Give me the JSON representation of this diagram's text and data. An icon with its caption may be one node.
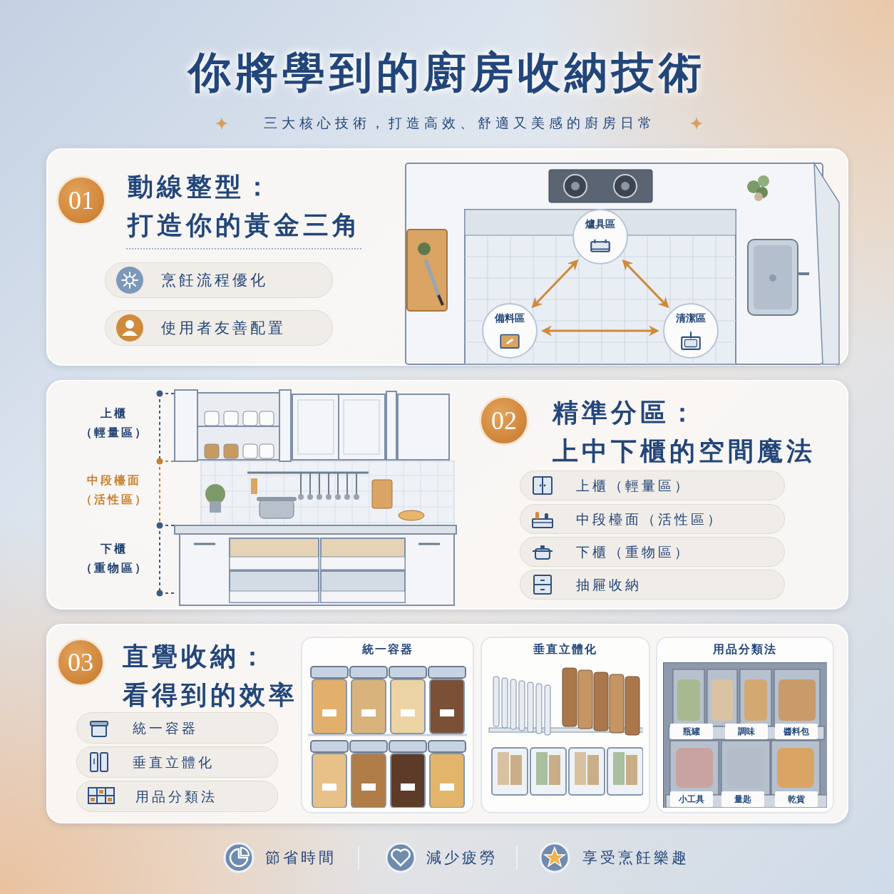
{
  "diagram": {
    "title": "你將學到的廚房收納技術",
    "nodes": [
      {
        "text": [
          "動線整型：打造你的黃金三角"
        ]
      },
      {
        "text": [
          "01"
        ],
        "in": 0
      },
      {
        "text": [
          "烹飪流程優化"
        ],
        "in": 0
      },
      {
        "text": [
          "使用者友善配置"
        ],
        "in": 0
      },
      {
        "text": [
          "爐具區"
        ],
        "in": 0
      },
      {
        "text": [
          "備料區"
        ],
        "in": 0
      },
      {
        "text": [
          "清潔區"
        ],
        "in": 0
      },
      {
        "text": [
          "精準分區：上中下櫃的空間魔法"
        ]
      },
      {
        "text": [
          "02"
        ],
        "in": 7
      },
      {
        "text": [
          "上櫃（輕量區）"
        ],
        "in": 7
      },
      {
        "text": [
          "中段檯面（活性區）"
        ],
        "in": 7
      },
      {
        "text": [
          "下櫃（重物區）"
        ],
        "in": 7
      },
      {
        "text": [
          "抽屜收納"
        ],
        "in": 7
      },
      {
        "text": [
          "直覺收納：看得到的效率"
        ]
      },
      {
        "text": [
          "03"
        ],
        "in": 13
      },
      {
        "text": [
          "統一容器"
        ],
        "in": 13
      },
      {
        "text": [
          "垂直立體化"
        ],
        "in": 13
      },
      {
        "text": [
          "用品分類法"
        ],
        "in": 13
      },
      {
        "text": [
          "統一容器"
        ],
        "in": 13
      },
      {
        "text": [
          "垂直立體化"
        ],
        "in": 13
      },
      {
        "text": [
          "用品分類法"
        ],
        "in": 13
      }
    ],
    "edges": [
      {
        "from": 5,
        "to": 4,
        "arrow": "both"
      },
      {
        "from": 4,
        "to": 6,
        "arrow": "both"
      },
      {
        "from": 5,
        "to": 6,
        "arrow": "both"
      }
    ],
    "labels": [
      "三大核心技術，打造高效、舒適又美感的廚房日常",
      "上櫃（輕量區）",
      "中段檯面（活性區）",
      "下櫃（重物區）",
      "瓶罐",
      "調味",
      "醬料包",
      "小工具",
      "量匙",
      "乾貨",
      "節省時間",
      "減少疲勞",
      "享受烹飪樂趣"
    ]
  }
}
